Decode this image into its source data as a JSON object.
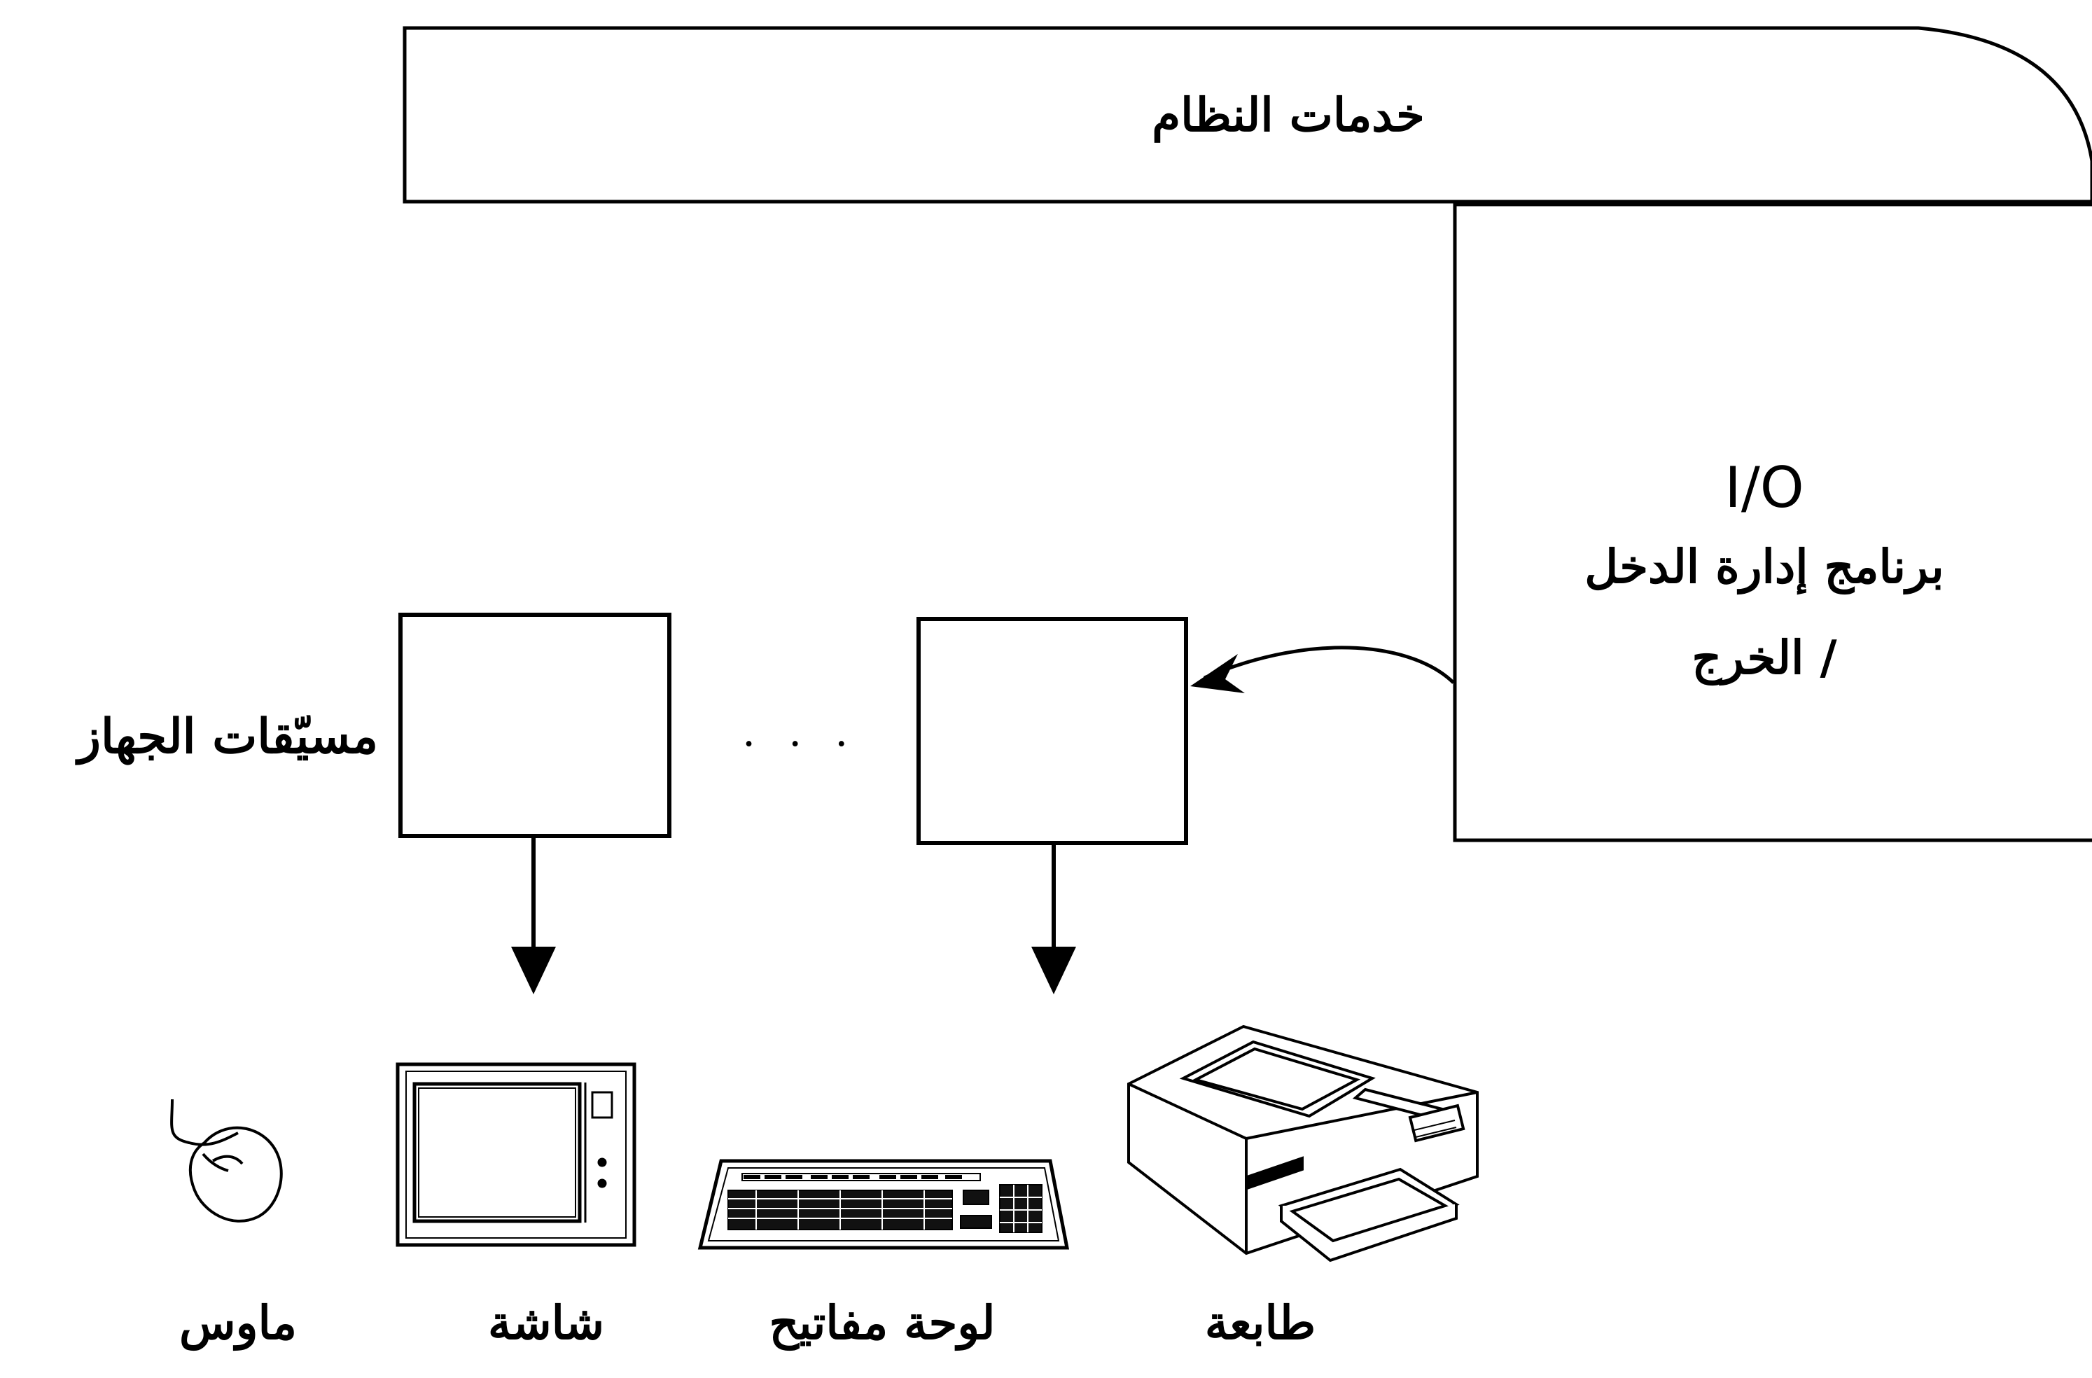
{
  "system_services": {
    "label": "خدمات النظام"
  },
  "io_manager": {
    "code": "I/O",
    "label_line1": "برنامج إدارة الدخل",
    "label_line2": "/ الخرج"
  },
  "device_drivers": {
    "label": "مسيّقات الجهاز",
    "ellipsis": ". . ."
  },
  "devices": [
    {
      "icon": "mouse-icon",
      "label": "ماوس"
    },
    {
      "icon": "monitor-icon",
      "label": "شاشة"
    },
    {
      "icon": "keyboard-icon",
      "label": "لوحة مفاتيح"
    },
    {
      "icon": "printer-icon",
      "label": "طابعة"
    }
  ]
}
